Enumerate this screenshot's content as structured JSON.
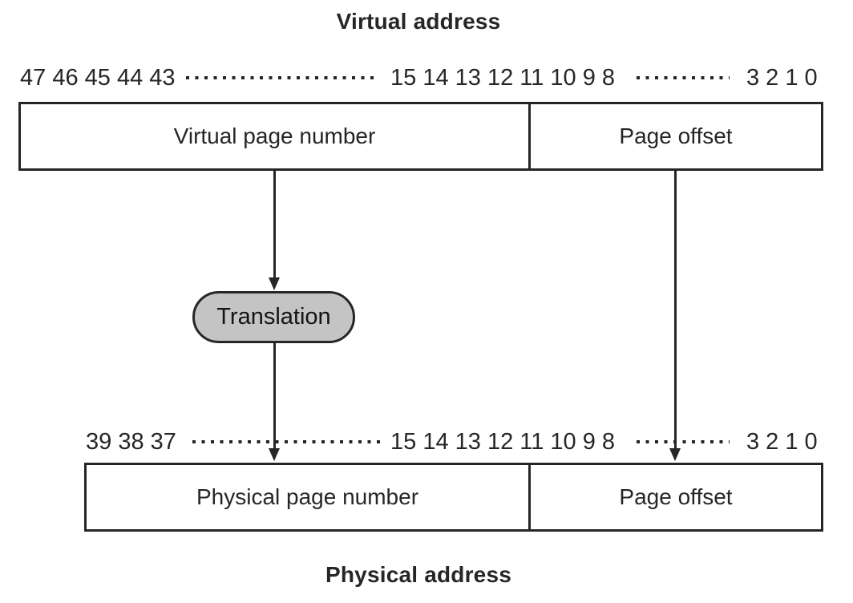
{
  "titles": {
    "top": "Virtual address",
    "bottom": "Physical address"
  },
  "translation": {
    "label": "Translation"
  },
  "virtual": {
    "bits_high": "47 46 45 44 43",
    "bits_mid": "15 14 13 12 11 10 9 8",
    "bits_low": "3 2 1 0",
    "left_label": "Virtual page number",
    "right_label": "Page offset"
  },
  "physical": {
    "bits_high": "39 38 37",
    "bits_mid": "15 14 13 12 11 10 9 8",
    "bits_low": "3 2 1 0",
    "left_label": "Physical page number",
    "right_label": "Page offset"
  },
  "colors": {
    "ink": "#262626",
    "pill_fill": "#c4c4c4",
    "background": "#ffffff"
  }
}
